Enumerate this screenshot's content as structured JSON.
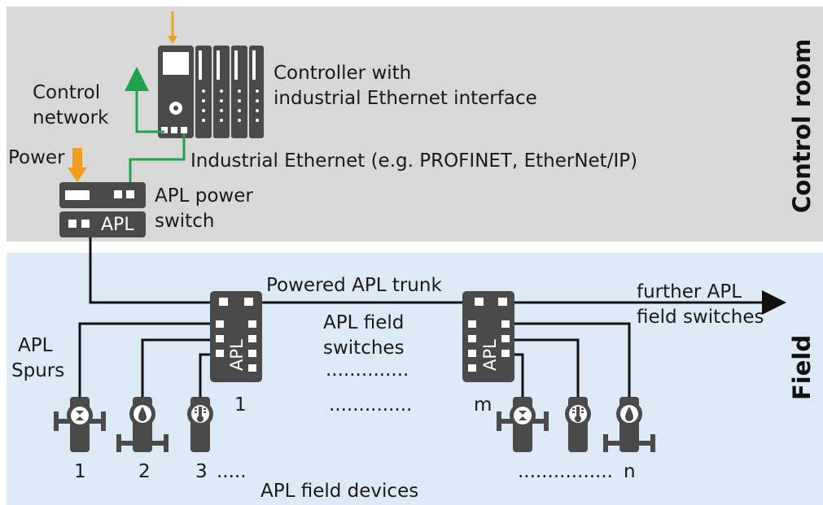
{
  "zones": {
    "control_room": "Control room",
    "field": "Field"
  },
  "labels": {
    "controller": [
      "Controller with",
      "industrial Ethernet interface"
    ],
    "control_network": [
      "Control",
      "network"
    ],
    "power": "Power",
    "industrial_ethernet": "Industrial Ethernet (e.g. PROFINET, EtherNet/IP)",
    "power_switch": [
      "APL power",
      "switch"
    ],
    "power_switch_badge": "APL",
    "trunk": "Powered APL trunk",
    "further": [
      "further APL",
      "field switches"
    ],
    "field_switches": [
      "APL field",
      "switches"
    ],
    "spurs": [
      "APL",
      "Spurs"
    ],
    "field_devices": "APL field devices",
    "switch_badge": "APL",
    "switch_1_num": "1",
    "switch_m_num": "m",
    "dev_1": "1",
    "dev_2": "2",
    "dev_3": "3",
    "dev_n": "n",
    "dots_mid1": "..............",
    "dots_mid2": "..............",
    "dots_dev3": ".....",
    "dots_devn": "................"
  },
  "colors": {
    "control_room_bg": "#d8d8d8",
    "field_bg": "#dce9f7",
    "device": "#4a4a4a",
    "ethernet": "#1ea34a",
    "power_arrow": "#f0a020"
  }
}
